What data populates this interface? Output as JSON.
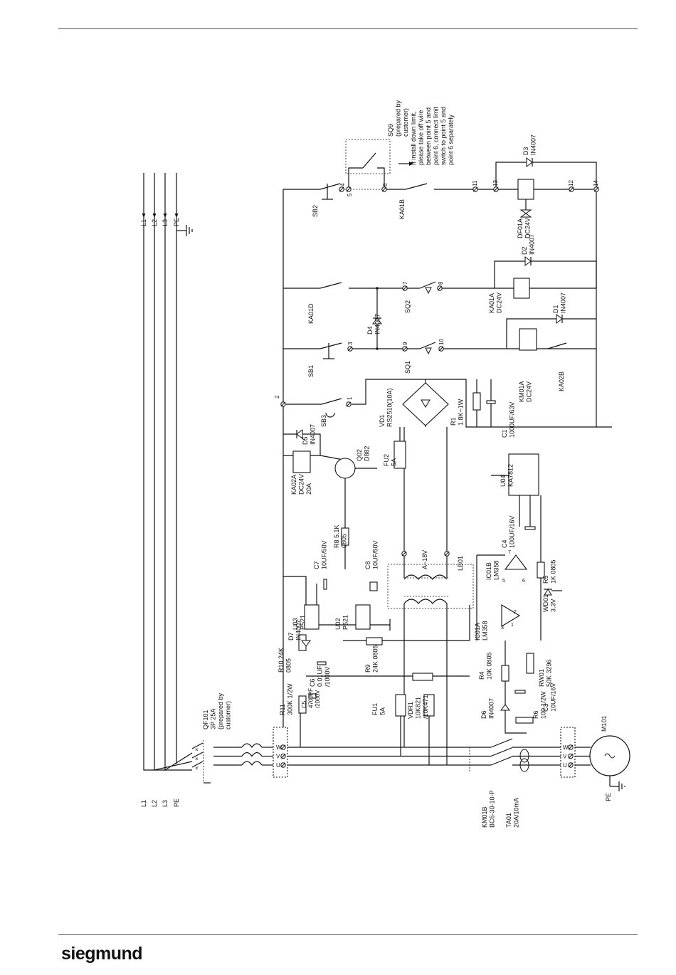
{
  "brand": {
    "logo_text": "siegmund"
  },
  "labels": {
    "sq9_box": [
      "SQ9",
      "(prepared by",
      "customer)"
    ],
    "note": [
      "If install down limit,",
      "please take off wire",
      "between point 5 and",
      "point 6, connect limit",
      "switch to point 5 and",
      "point 6 separately"
    ],
    "top_lines": [
      "L1",
      "L2",
      "L3",
      "PE"
    ],
    "bottom_lines": [
      "L1",
      "L2",
      "L3",
      "PE"
    ],
    "qf101": [
      "QF101",
      "3P 25A",
      "(prepared by",
      "customer)"
    ],
    "km01b": [
      "KM01B",
      "BC6-30-10-P"
    ],
    "ta01": [
      "TA01",
      "20A/10mA"
    ],
    "m101": "M101",
    "pe_motor": "PE",
    "sb2": "SB2",
    "ka01b": "KA01B",
    "df01a": [
      "DF01A",
      "DC24V"
    ],
    "d3": [
      "D3",
      "IN4007"
    ],
    "ka01d": "KA01D",
    "d4": [
      "D4",
      "IN4007"
    ],
    "sq2": "SQ2",
    "ka01a": [
      "KA01A",
      "DC24V"
    ],
    "d2": [
      "D2",
      "IN4007"
    ],
    "sb1": "SB1",
    "sq1": "SQ1",
    "km01a": [
      "KM01A",
      "DC24V"
    ],
    "ka02b": "KA02B",
    "d1": [
      "D1",
      "IN4007"
    ],
    "sb3": "SB3",
    "vd1": [
      "VD1",
      "RS2510(10A)"
    ],
    "r1": [
      "R1",
      "1.8K~1W"
    ],
    "c1": [
      "C1",
      "1000UF/63V"
    ],
    "ka02a": [
      "KA02A",
      "DC24V",
      "20A"
    ],
    "d5": [
      "D5",
      "IN4007"
    ],
    "q02": [
      "Q02",
      "D882"
    ],
    "fu2": [
      "FU2",
      "5A"
    ],
    "u04": [
      "U04",
      "KA7812"
    ],
    "c4": [
      "C4",
      "100UF/16V"
    ],
    "r8": [
      "R8 5.1K",
      "0805"
    ],
    "c7": [
      "C7",
      "10UF/50V"
    ],
    "c8": [
      "C8",
      "10UF/50V"
    ],
    "trafo": "A~18V",
    "lb01": "LB01",
    "ic01b": [
      "IC01B",
      "LM358"
    ],
    "r5": [
      "R5",
      "1K  0805"
    ],
    "wd01": [
      "WD01",
      "3.3V"
    ],
    "u03": [
      "U03",
      "P521"
    ],
    "u02": [
      "U02",
      "P521"
    ],
    "r10": [
      "R10 24K",
      "0805"
    ],
    "d7": [
      "D7",
      "IN4007"
    ],
    "c6": [
      "C6",
      "0.01UF",
      "/1000V"
    ],
    "r9": [
      "R9",
      "24K 0805"
    ],
    "c5": [
      "C5",
      "4700PF",
      "/2000V"
    ],
    "r11": [
      "R11",
      "300K 1/2W"
    ],
    "fu1": [
      "FU1",
      "5A"
    ],
    "vdr1": [
      "VDR1",
      "10K821",
      "/10K471"
    ],
    "ic01a": [
      "IC01A",
      "LM358"
    ],
    "r4": [
      "R4",
      "10K  0805"
    ],
    "rw01": [
      "RW01",
      "50K 3296"
    ],
    "c3": [
      "C3",
      "10UF/16V"
    ],
    "d6": [
      "D6",
      "IN4007"
    ],
    "r6": [
      "R6",
      "100 1/2W"
    ],
    "terminals": [
      "1",
      "2",
      "3",
      "4",
      "5",
      "6",
      "7",
      "8",
      "9",
      "10",
      "11",
      "12",
      "13",
      "14"
    ],
    "uvw": [
      "U",
      "V",
      "W"
    ],
    "opamp_pins": [
      "1",
      "2",
      "3",
      "5",
      "6",
      "7"
    ]
  }
}
